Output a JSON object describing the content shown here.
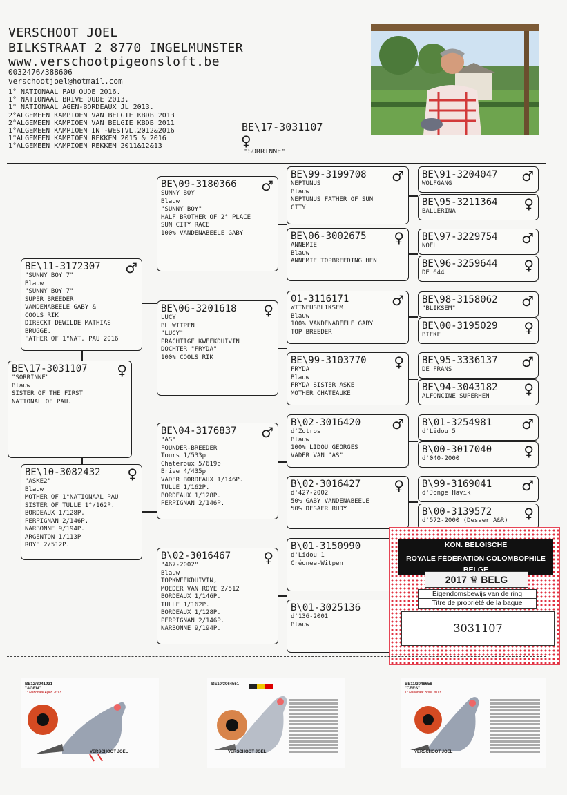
{
  "owner": {
    "name": "VERSCHOOT JOEL",
    "address": "BILKSTRAAT 2 8770 INGELMUNSTER",
    "website": "www.verschootpigeonsloft.be",
    "phone": "0032476/388606",
    "email": "verschootjoel@hotmail.com"
  },
  "achievements": [
    "1° NATIONAAL PAU OUDE 2016.",
    "1° NATIONAAL BRIVE OUDE 2013.",
    "1° NATIONAAL AGEN-BORDEAUX JL 2013.",
    "2°ALGEMEEN KAMPIOEN VAN BELGIE KBDB 2013",
    "2°ALGEMEEN KAMPIOEN VAN BELGIE KBDB 2011",
    "1°ALGEMEEN KAMPIOEN INT-WESTVL.2012&2016",
    "1°ALGEMEEN KAMPIOEN REKKEM 2015 & 2016",
    "1°ALGEMEEN KAMPIOEN REKKEM 2011&12&13"
  ],
  "subject": {
    "ring": "BE\\17-3031107",
    "sex": "♀",
    "name": "\"SORRINNE\""
  },
  "pedigree": {
    "p0": {
      "ring": "BE\\17-3031107",
      "sex": "♀",
      "lines": [
        "\"SORRINNE\"",
        "Blauw",
        "SISTER OF THE FIRST",
        "NATIONAL OF PAU."
      ]
    },
    "p1": {
      "ring": "BE\\11-3172307",
      "sex": "♂",
      "lines": [
        "\"SUNNY BOY 7\"",
        "Blauw",
        "\"SUNNY BOY 7\"",
        "SUPER BREEDER",
        "VANDENABEELE GABY &",
        "COOLS RIK",
        "DIRECKT DEWILDE MATHIAS",
        "BRUGGE.",
        "FATHER OF 1°NAT. PAU 2016"
      ]
    },
    "p2": {
      "ring": "BE\\10-3082432",
      "sex": "♀",
      "lines": [
        "\"ASKE2\"",
        "Blauw",
        "MOTHER OF 1°NATIONAAL PAU",
        "SISTER OF TULLE 1°/162P.",
        "BORDEAUX 1/128P.",
        "PERPIGNAN 2/146P.",
        "NARBONNE 9/194P.",
        "ARGENTON 1/113P",
        "ROYE 2/512P."
      ]
    },
    "p3": {
      "ring": "BE\\09-3180366",
      "sex": "♂",
      "lines": [
        "SUNNY BOY",
        "Blauw",
        "\"SUNNY BOY\"",
        "HALF BROTHER OF 2° PLACE",
        "SUN CITY RACE",
        "100% VANDENABEELE GABY"
      ]
    },
    "p4": {
      "ring": "BE\\06-3201618",
      "sex": "♀",
      "lines": [
        "LUCY",
        "BL WITPEN",
        "\"LUCY\"",
        "PRACHTIGE KWEEKDUIVIN",
        "DOCHTER \"FRYDA\"",
        "100% COOLS RIK"
      ]
    },
    "p5": {
      "ring": "BE\\04-3176837",
      "sex": "♂",
      "lines": [
        "\"AS\"",
        "FOUNDER-BREEDER",
        "Tours 1/533p",
        "Chateroux 5/619p",
        "Brive 4/435p",
        "VADER BORDEAUX 1/146P.",
        "TULLE 1/162P.",
        "BORDEAUX 1/128P.",
        "PERPIGNAN 2/146P."
      ]
    },
    "p6": {
      "ring": "B\\02-3016467",
      "sex": "♀",
      "lines": [
        "\"467-2002\"",
        "Blauw",
        "TOPKWEEKDUIVIN,",
        "MOEDER VAN ROYE 2/512",
        "BORDEAUX 1/146P.",
        "TULLE 1/162P.",
        "BORDEAUX 1/128P.",
        "PERPIGNAN 2/146P.",
        "NARBONNE 9/194P."
      ]
    },
    "p7": {
      "ring": "BE\\99-3199708",
      "sex": "♂",
      "lines": [
        "NEPTUNUS",
        "Blauw",
        "NEPTUNUS FATHER OF SUN",
        "CITY"
      ]
    },
    "p8": {
      "ring": "BE\\06-3002675",
      "sex": "♀",
      "lines": [
        "ANNEMIE",
        "Blauw",
        "ANNEMIE TOPBREEDING HEN"
      ]
    },
    "p9": {
      "ring": "01-3116171",
      "sex": "♂",
      "lines": [
        "WITNEUSBLIKSEM",
        "Blauw",
        "100% VANDENABEELE GABY",
        "TOP BREEDER"
      ]
    },
    "p10": {
      "ring": "BE\\99-3103770",
      "sex": "♀",
      "lines": [
        "FRYDA",
        "Blauw",
        "FRYDA SISTER ASKE",
        "MOTHER CHATEAUKE"
      ]
    },
    "p11": {
      "ring": "B\\02-3016420",
      "sex": "♂",
      "lines": [
        "d'Zotros",
        "Blauw",
        "100% LIDOU GEORGES",
        "VADER VAN \"AS\""
      ]
    },
    "p12": {
      "ring": "B\\02-3016427",
      "sex": "♀",
      "lines": [
        "d'427-2002",
        "",
        "50% GABY VANDENABEELE",
        "50% DESAER RUDY"
      ]
    },
    "p13": {
      "ring": "B\\01-3150990",
      "sex": "♂",
      "lines": [
        "d'Lidou 1",
        "Créonee-Witpen"
      ]
    },
    "p14": {
      "ring": "B\\01-3025136",
      "sex": "♀",
      "lines": [
        "d'136-2001",
        "Blauw"
      ]
    },
    "p15": {
      "ring": "BE\\91-3204047",
      "sex": "♂",
      "lines": [
        "WOLFGANG"
      ]
    },
    "p16": {
      "ring": "BE\\95-3211364",
      "sex": "♀",
      "lines": [
        "BALLERINA"
      ]
    },
    "p17": {
      "ring": "BE\\97-3229754",
      "sex": "♂",
      "lines": [
        "NOËL"
      ]
    },
    "p18": {
      "ring": "BE\\96-3259644",
      "sex": "♀",
      "lines": [
        "DE 644"
      ]
    },
    "p19": {
      "ring": "BE\\98-3158062",
      "sex": "♂",
      "lines": [
        "\"BLIKSEM\""
      ]
    },
    "p20": {
      "ring": "BE\\00-3195029",
      "sex": "♀",
      "lines": [
        "BIEKE"
      ]
    },
    "p21": {
      "ring": "BE\\95-3336137",
      "sex": "♂",
      "lines": [
        "DE FRANS"
      ]
    },
    "p22": {
      "ring": "BE\\94-3043182",
      "sex": "♀",
      "lines": [
        "ALFONCINE SUPERHEN"
      ]
    },
    "p23": {
      "ring": "B\\01-3254981",
      "sex": "♂",
      "lines": [
        "d'Lidou 5"
      ]
    },
    "p24": {
      "ring": "B\\00-3017040",
      "sex": "♀",
      "lines": [
        "d'040-2000"
      ]
    },
    "p25": {
      "ring": "B\\99-3169041",
      "sex": "♂",
      "lines": [
        "d'Jonge Havik"
      ]
    },
    "p26": {
      "ring": "B\\00-3139572",
      "sex": "♀",
      "lines": [
        "d'572-2000 (Desaer A&R)"
      ]
    }
  },
  "ring_band": {
    "title1": "KON. BELGISCHE DUIVENLIEFHEBBERSBOND",
    "title2": "ROYALE FÉDÉRATION COLOMBOPHILE BELGE",
    "year": "2017",
    "country": "BELG",
    "sub1": "Eigendomsbewijs van de ring",
    "sub2": "Titre de propriété de la bague",
    "number": "3031107"
  },
  "cards": [
    {
      "ring": "BE12/3041931",
      "name": "\"AGEN\"",
      "tag": "1° Nationaal Agen 2013",
      "owner": "VERSCHOOT JOEL"
    },
    {
      "ring": "BE10/3064551",
      "name": "",
      "tag": "",
      "owner": "VERSCHOOT JOEL"
    },
    {
      "ring": "BE11/3048658",
      "name": "\"CEES\"",
      "tag": "1° Nationaal Brive 2013",
      "owner": "VERSCHOOT JOEL"
    }
  ]
}
